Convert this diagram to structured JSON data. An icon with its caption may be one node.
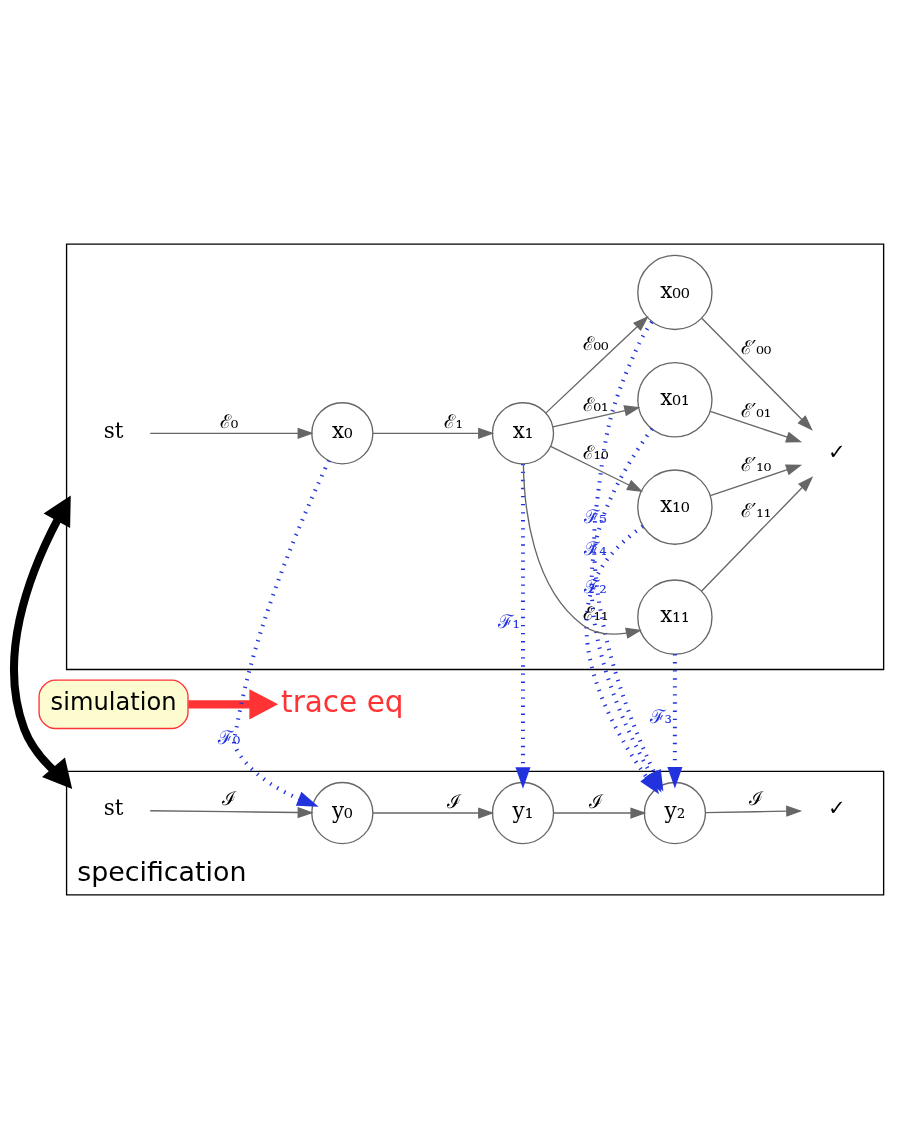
{
  "diagram": {
    "nodes": [
      {
        "text": [],
        "shape": "box"
      },
      {
        "text": [
          "st"
        ],
        "in": 0
      },
      {
        "text": [
          "x₀"
        ],
        "in": 0
      },
      {
        "text": [
          "x₁"
        ],
        "in": 0
      },
      {
        "text": [
          "x₀₀"
        ],
        "in": 0
      },
      {
        "text": [
          "x₀₁"
        ],
        "in": 0
      },
      {
        "text": [
          "x₁₀"
        ],
        "in": 0
      },
      {
        "text": [
          "x₁₁"
        ],
        "in": 0
      },
      {
        "text": [
          "✓"
        ],
        "in": 0
      },
      {
        "text": [
          "simulation"
        ]
      },
      {
        "text": [
          "trace eq"
        ]
      },
      {
        "text": [
          "specification"
        ]
      },
      {
        "text": [
          "st"
        ],
        "in": 11
      },
      {
        "text": [
          "y₀"
        ],
        "in": 11
      },
      {
        "text": [
          "y₁"
        ],
        "in": 11
      },
      {
        "text": [
          "y₂"
        ],
        "in": 11
      },
      {
        "text": [
          "✓"
        ],
        "in": 11
      }
    ],
    "edges": [
      {
        "from": 1,
        "to": 2,
        "arrow": "to",
        "label": "ℰ₀"
      },
      {
        "from": 2,
        "to": 3,
        "arrow": "to",
        "label": "ℰ₁"
      },
      {
        "from": 3,
        "to": 4,
        "arrow": "to",
        "label": "ℰ₀₀"
      },
      {
        "from": 3,
        "to": 5,
        "arrow": "to",
        "label": "ℰ₀₁"
      },
      {
        "from": 3,
        "to": 6,
        "arrow": "to",
        "label": "ℰ₁₀"
      },
      {
        "from": 3,
        "to": 7,
        "arrow": "to",
        "label": "ℰ₁₁"
      },
      {
        "from": 4,
        "to": 8,
        "arrow": "to",
        "label": "ℰ′₀₀"
      },
      {
        "from": 5,
        "to": 8,
        "arrow": "to",
        "label": "ℰ′₀₁"
      },
      {
        "from": 6,
        "to": 8,
        "arrow": "to",
        "label": "ℰ′₁₀"
      },
      {
        "from": 7,
        "to": 8,
        "arrow": "to",
        "label": "ℰ′₁₁"
      },
      {
        "from": 2,
        "to": 13,
        "arrow": "to",
        "label": "ℱ₀",
        "style": "dashed",
        "color": "#2233dd"
      },
      {
        "from": 3,
        "to": 14,
        "arrow": "to",
        "label": "ℱ₁",
        "style": "dashed",
        "color": "#2233dd"
      },
      {
        "from": 6,
        "to": 15,
        "arrow": "to",
        "label": "ℱ₂",
        "style": "dashed",
        "color": "#2233dd"
      },
      {
        "from": 7,
        "to": 15,
        "arrow": "to",
        "label": "ℱ₃",
        "style": "dashed",
        "color": "#2233dd"
      },
      {
        "from": 5,
        "to": 15,
        "arrow": "to",
        "label": "ℱ₄",
        "style": "dashed",
        "color": "#2233dd"
      },
      {
        "from": 4,
        "to": 15,
        "arrow": "to",
        "label": "ℱ₅",
        "style": "dashed",
        "color": "#2233dd"
      },
      {
        "from": 0,
        "to": 11,
        "arrow": "both",
        "style": "thick",
        "color": "#000000"
      },
      {
        "from": 9,
        "to": 10,
        "arrow": "to",
        "style": "thick",
        "color": "#ff3333"
      },
      {
        "from": 12,
        "to": 13,
        "arrow": "to",
        "label": "ℐ"
      },
      {
        "from": 13,
        "to": 14,
        "arrow": "to",
        "label": "ℐ"
      },
      {
        "from": 14,
        "to": 15,
        "arrow": "to",
        "label": "ℐ"
      },
      {
        "from": 15,
        "to": 16,
        "arrow": "to",
        "label": "ℐ"
      }
    ]
  }
}
